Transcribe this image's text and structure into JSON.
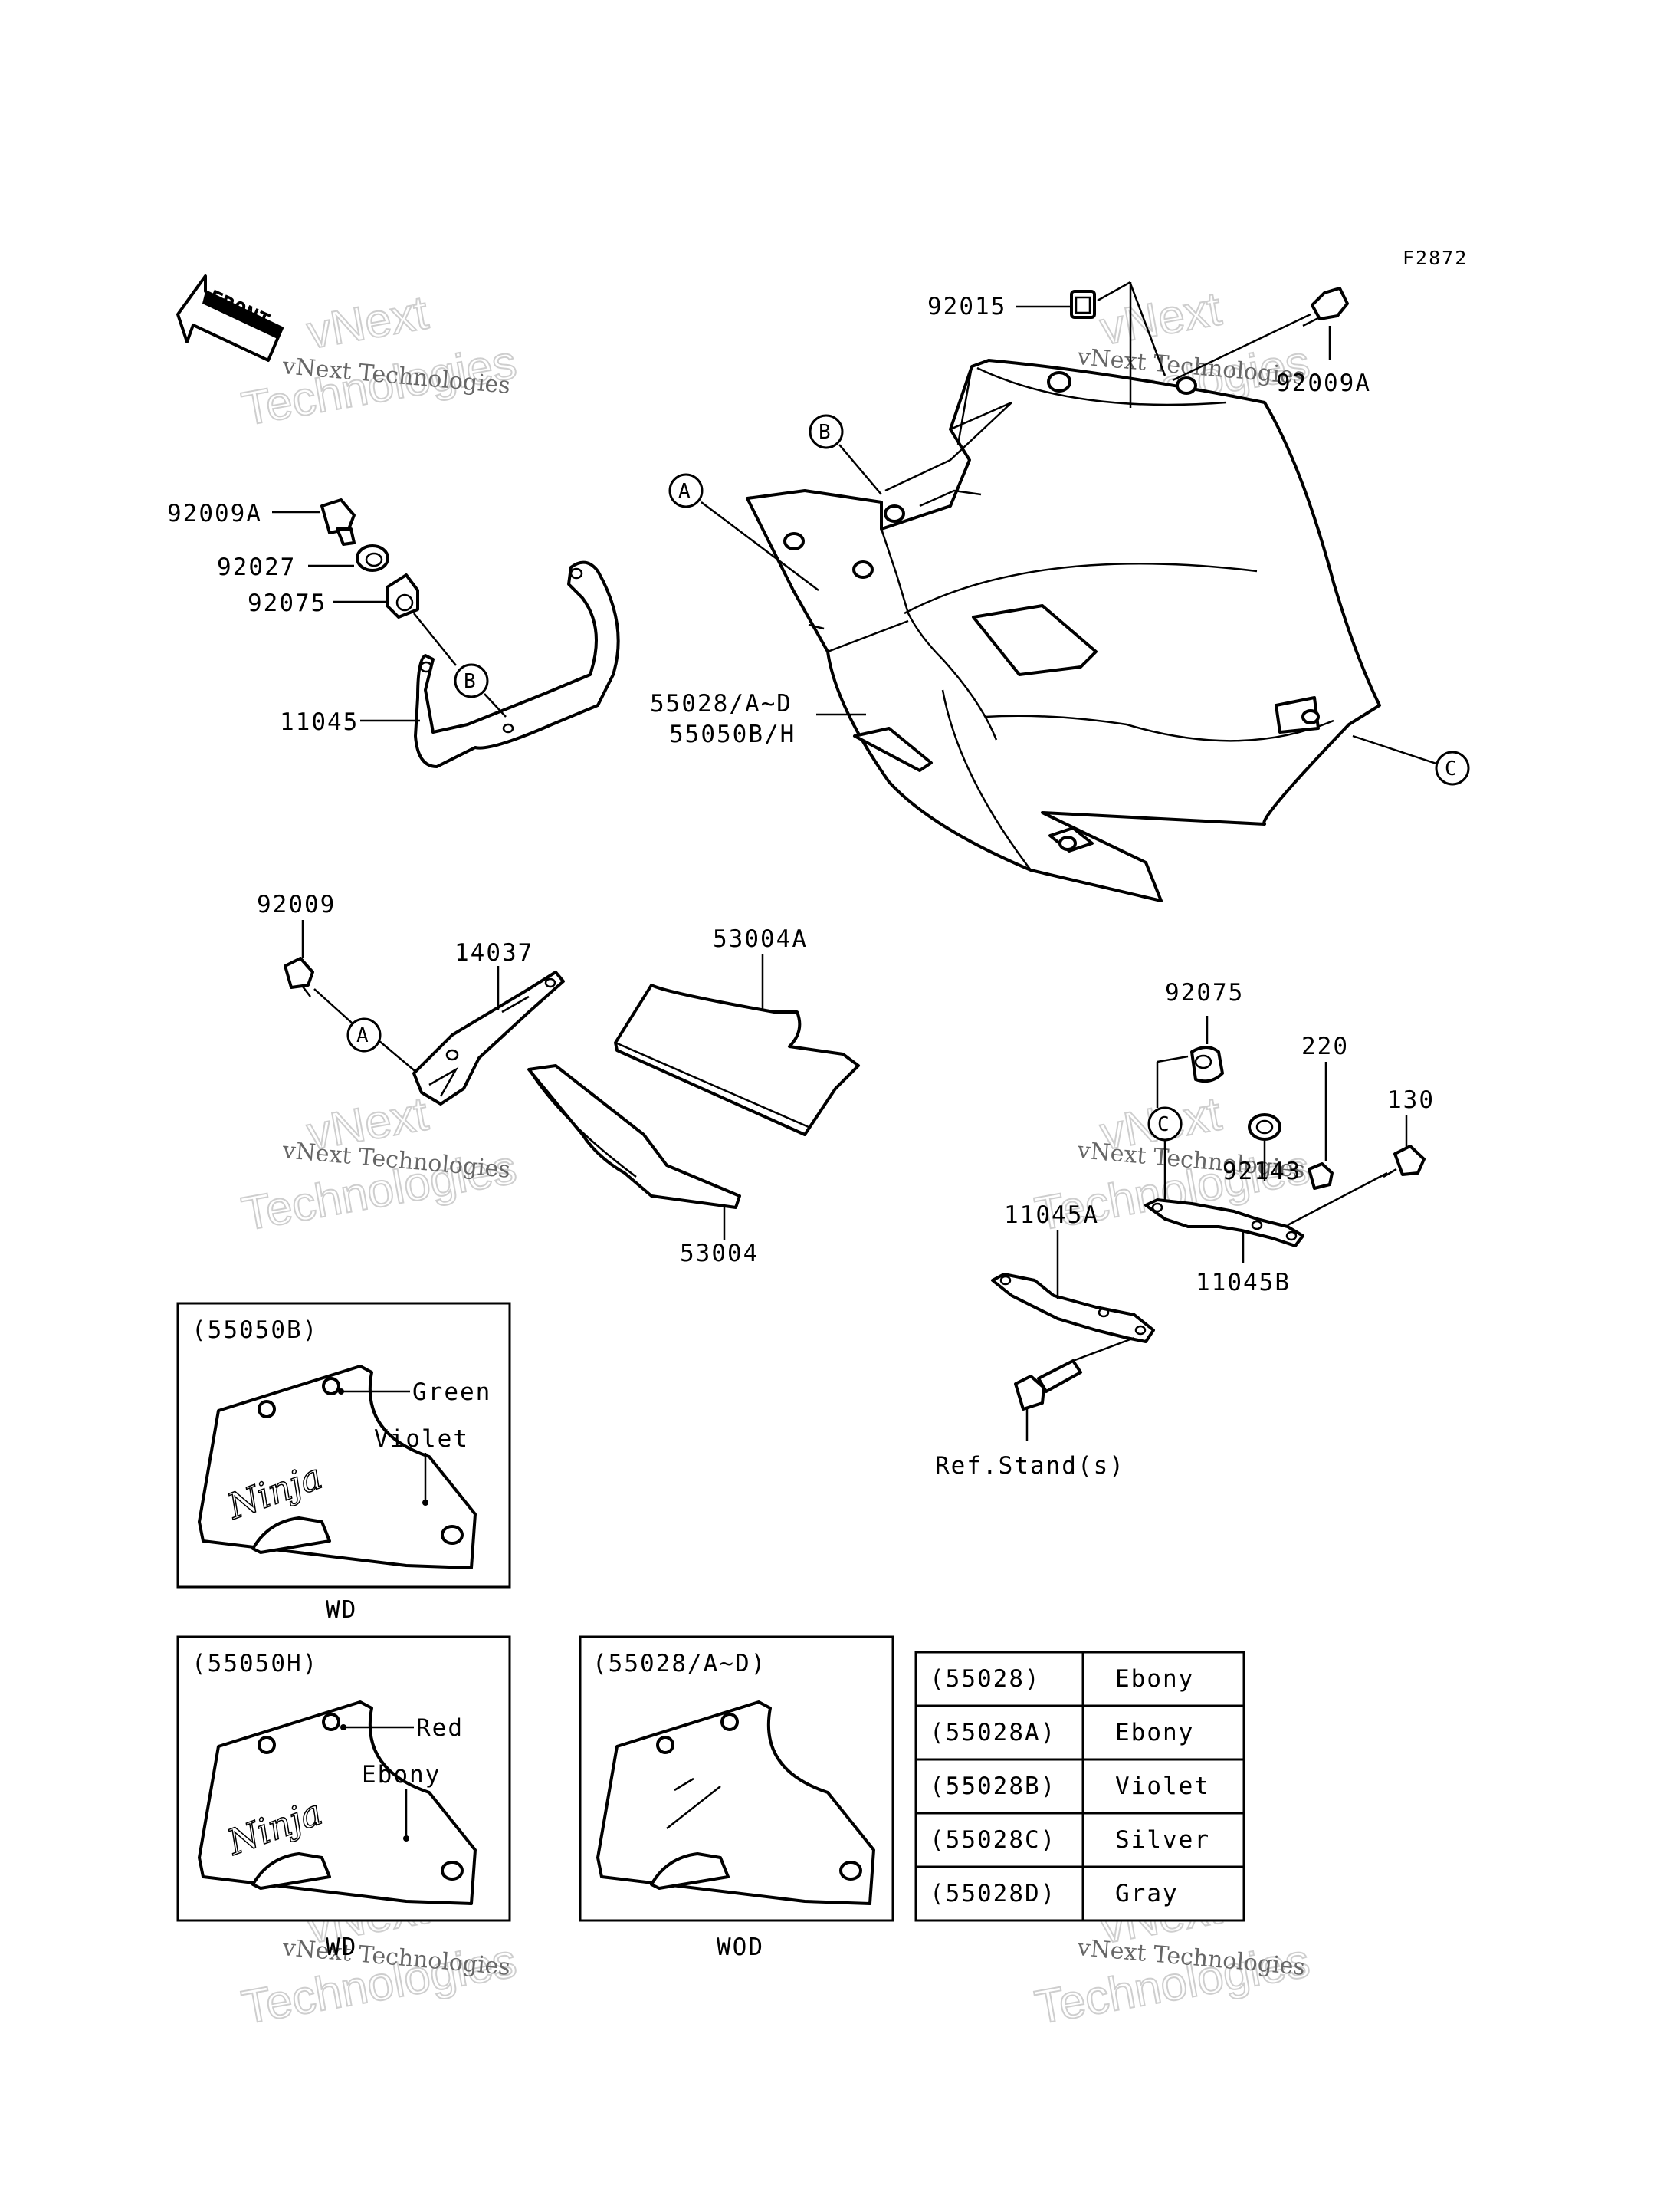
{
  "figure_code": "F2872",
  "front_arrow": "FRONT",
  "watermark": {
    "line1": "vNext Technologies",
    "big": "vNext",
    "big2": "Technologies"
  },
  "callouts": {
    "a": "A",
    "b": "B",
    "c": "C"
  },
  "parts": {
    "p92015": "92015",
    "p92009A_right": "92009A",
    "p92009A_left": "92009A",
    "p92027": "92027",
    "p92075_left": "92075",
    "p11045": "11045",
    "p55028": "55028/A~D",
    "p55050": "55050B/H",
    "p92009": "92009",
    "p14037": "14037",
    "p53004A": "53004A",
    "p53004": "53004",
    "p92075_right": "92075",
    "p220": "220",
    "p130": "130",
    "p92143": "92143",
    "p11045A": "11045A",
    "p11045B": "11045B",
    "ref_stand": "Ref.Stand(s)"
  },
  "variants": {
    "b": {
      "title": "(55050B)",
      "top": "Green",
      "bottom": "Violet",
      "logo": "Ninja",
      "caption": "WD"
    },
    "h": {
      "title": "(55050H)",
      "top": "Red",
      "bottom": "Ebony",
      "logo": "Ninja",
      "caption": "WD"
    },
    "d": {
      "title": "(55028/A~D)",
      "caption": "WOD"
    }
  },
  "color_table": [
    {
      "code": "(55028)",
      "color": "Ebony"
    },
    {
      "code": "(55028A)",
      "color": "Ebony"
    },
    {
      "code": "(55028B)",
      "color": "Violet"
    },
    {
      "code": "(55028C)",
      "color": "Silver"
    },
    {
      "code": "(55028D)",
      "color": "Gray"
    }
  ]
}
